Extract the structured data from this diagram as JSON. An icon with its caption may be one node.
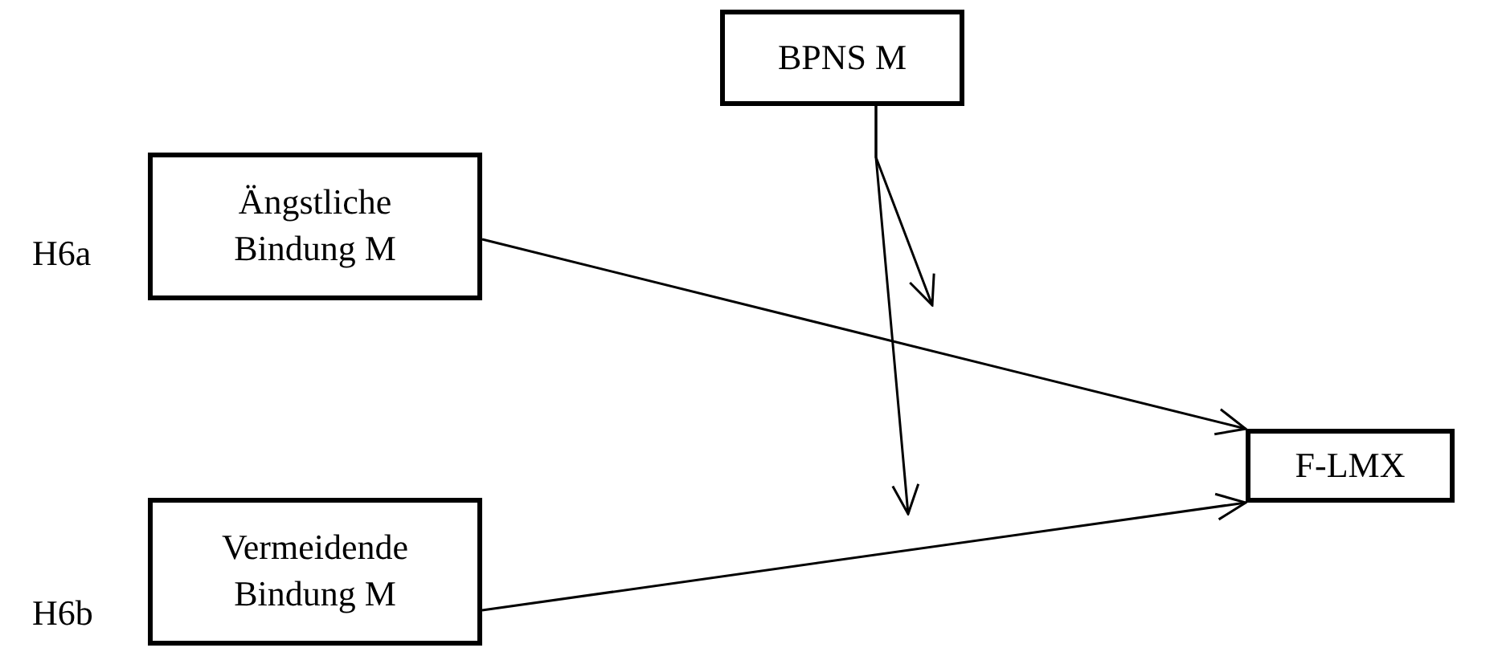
{
  "diagram": {
    "nodes": [
      {
        "text": [
          "BPNS M"
        ]
      },
      {
        "text": [
          "Ängstliche Bindung M"
        ]
      },
      {
        "text": [
          "Vermeidende Bindung M"
        ]
      },
      {
        "text": [
          "F-LMX"
        ]
      }
    ],
    "edges": [
      {
        "from": 1,
        "to": 3,
        "arrow": "to"
      },
      {
        "from": 2,
        "to": 3,
        "arrow": "to"
      },
      {
        "from": 0,
        "to": null,
        "arrow": "to"
      },
      {
        "from": 0,
        "to": null,
        "arrow": "to"
      }
    ],
    "labels": [
      "H6a",
      "H6b"
    ]
  }
}
